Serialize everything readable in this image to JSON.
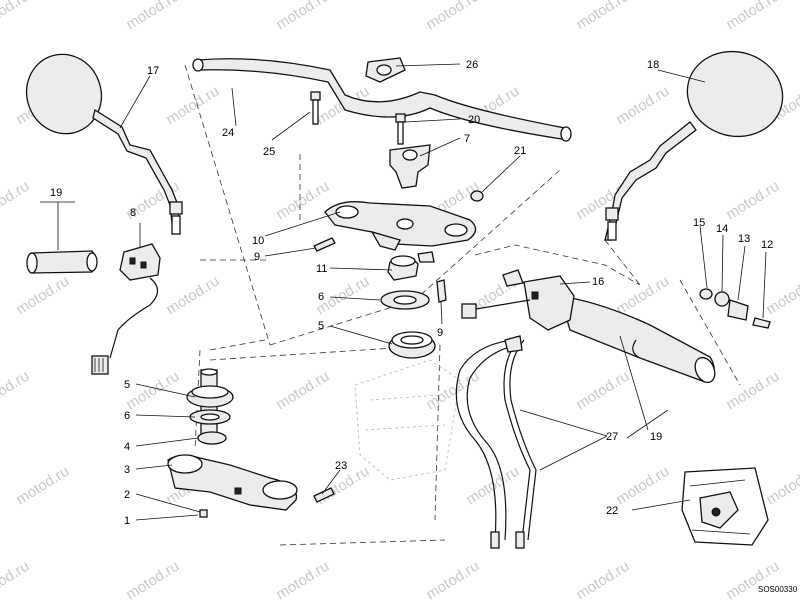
{
  "watermark": "motod.ru",
  "drawing_code": "SOS00330",
  "callouts": {
    "c1": "1",
    "c2": "2",
    "c3": "3",
    "c4": "4",
    "c5a": "5",
    "c5b": "5",
    "c6a": "6",
    "c6b": "6",
    "c7": "7",
    "c8": "8",
    "c9a": "9",
    "c9b": "9",
    "c10": "10",
    "c11": "11",
    "c12": "12",
    "c13": "13",
    "c14": "14",
    "c15": "15",
    "c16": "16",
    "c17": "17",
    "c18": "18",
    "c19a": "19",
    "c19b": "19",
    "c20": "20",
    "c21": "21",
    "c22": "22",
    "c23": "23",
    "c24": "24",
    "c25": "25",
    "c26": "26",
    "c27": "27"
  },
  "icons": [
    "mirror-icon",
    "handlebar-icon",
    "triple-clamp-icon",
    "steering-stem-icon",
    "grip-icon",
    "switch-housing-icon",
    "cable-icon"
  ]
}
